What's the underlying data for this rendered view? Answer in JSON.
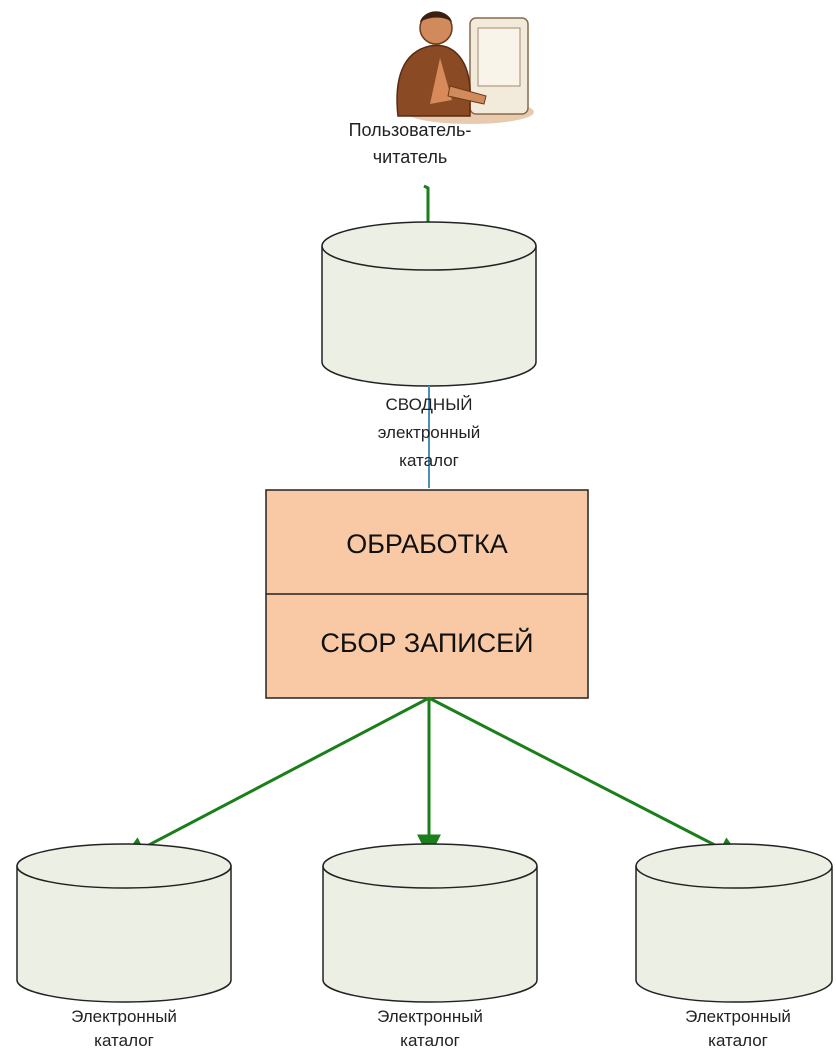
{
  "user": {
    "label_line1": "Пользователь-",
    "label_line2": "читатель",
    "icon": "person-at-computer-icon"
  },
  "union_catalog": {
    "label_line1": "СВОДНЫЙ",
    "label_line2": "электронный",
    "label_line3": "каталог"
  },
  "processing_box": {
    "top_label": "ОБРАБОТКА",
    "bottom_label": "СБОР ЗАПИСЕЙ"
  },
  "source_catalogs": [
    {
      "label_line1": "Электронный",
      "label_line2": "каталог"
    },
    {
      "label_line1": "Электронный",
      "label_line2": "каталог"
    },
    {
      "label_line1": "Электронный",
      "label_line2": "каталог"
    }
  ],
  "colors": {
    "cylinder_fill": "#ecefe4",
    "box_fill": "#f8c9a4",
    "arrow_green": "#1a7f1a",
    "connector_blue": "#4a8fb8",
    "outline": "#222222"
  }
}
